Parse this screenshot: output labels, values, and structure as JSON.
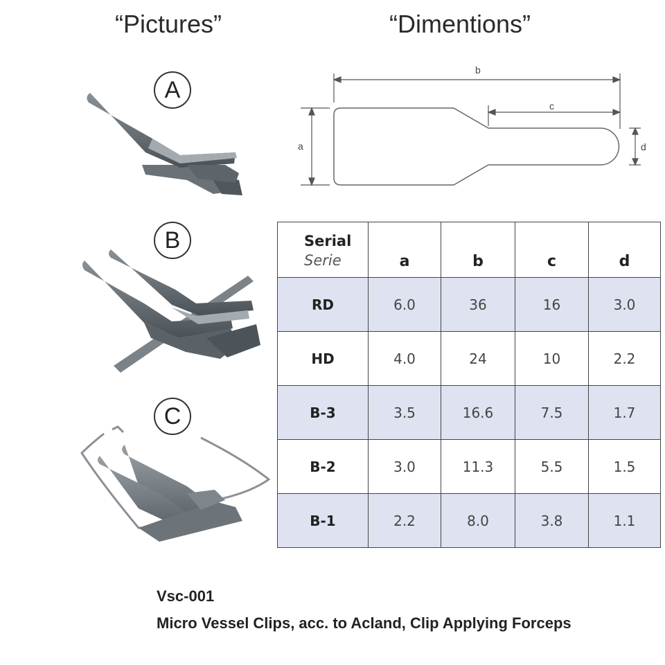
{
  "headings": {
    "pictures": "“Pictures”",
    "dimensions": "“Dimentions”"
  },
  "labels": {
    "a": "A",
    "b": "B",
    "c": "C"
  },
  "diagram": {
    "a": "a",
    "b": "b",
    "c": "c",
    "d": "d"
  },
  "table": {
    "header": {
      "serial": "Serial",
      "serial_sub": "Serie",
      "a": "a",
      "b": "b",
      "c": "c",
      "d": "d"
    },
    "rows": [
      {
        "serial": "RD",
        "a": "6.0",
        "b": "36",
        "c": "16",
        "d": "3.0"
      },
      {
        "serial": "HD",
        "a": "4.0",
        "b": "24",
        "c": "10",
        "d": "2.2"
      },
      {
        "serial": "B-3",
        "a": "3.5",
        "b": "16.6",
        "c": "7.5",
        "d": "1.7"
      },
      {
        "serial": "B-2",
        "a": "3.0",
        "b": "11.3",
        "c": "5.5",
        "d": "1.5"
      },
      {
        "serial": "B-1",
        "a": "2.2",
        "b": "8.0",
        "c": "3.8",
        "d": "1.1"
      }
    ]
  },
  "caption": {
    "code": "Vsc-001",
    "description": "Micro Vessel Clips, acc. to Acland, Clip Applying Forceps"
  }
}
